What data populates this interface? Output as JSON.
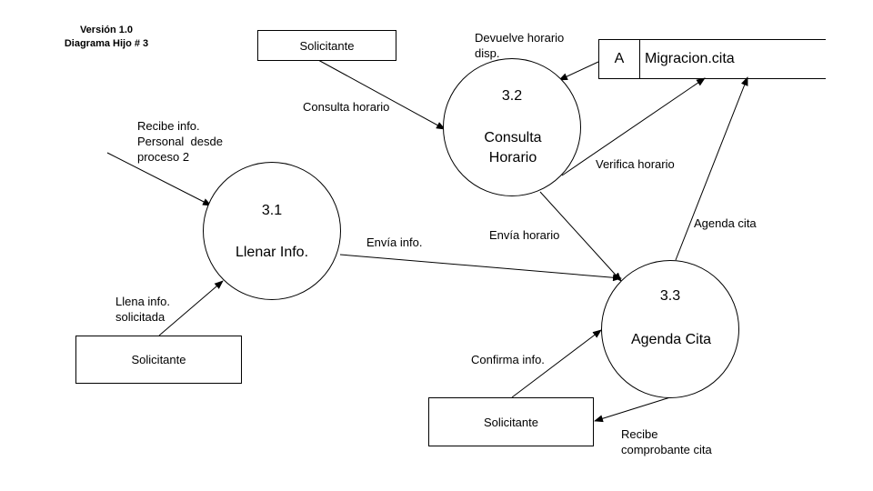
{
  "header": {
    "version": "Versión 1.0",
    "subtitle": "Diagrama Hijo # 3"
  },
  "entities": [
    {
      "id": "top",
      "label": "Solicitante"
    },
    {
      "id": "left",
      "label": "Solicitante"
    },
    {
      "id": "bottom",
      "label": "Solicitante"
    }
  ],
  "datastore": {
    "id": "A",
    "name": "Migracion.cita"
  },
  "processes": [
    {
      "number": "3.1",
      "name": "Llenar Info."
    },
    {
      "number": "3.2",
      "name": "Consulta Horario"
    },
    {
      "number": "3.3",
      "name": "Agenda Cita"
    }
  ],
  "flows": {
    "recibe_info": "Recibe info.\nPersonal  desde\nproceso 2",
    "consulta_horario": "Consulta horario",
    "devuelve_horario": "Devuelve horario\ndisp.",
    "verifica_horario": "Verifica horario",
    "envia_horario": "Envía horario",
    "envia_info": "Envía info.",
    "agenda_cita": "Agenda cita",
    "llena_info": "Llena info.\nsolicitada",
    "confirma_info": "Confirma info.",
    "recibe_comprobante": "Recibe\ncomprobante cita"
  }
}
